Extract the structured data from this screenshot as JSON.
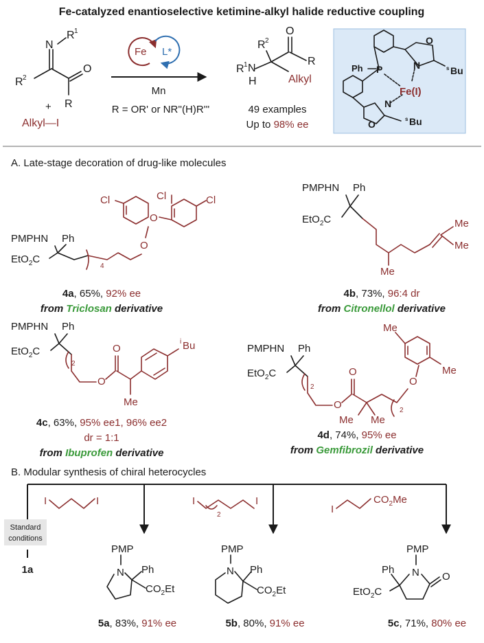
{
  "title": "Fe-catalyzed enantioselective ketimine-alkyl halide reductive coupling",
  "scheme": {
    "atoms": {
      "N": "N",
      "R1": "R",
      "sup1": "1",
      "R2": "R",
      "sup2": "2",
      "O": "O",
      "R": "R",
      "plus": "+",
      "alkyl_i": "Alkyl—I"
    },
    "cycle_fe": "Fe",
    "cycle_l": "L*",
    "reagent": "Mn",
    "r_def": "R  = OR' or NR''(H)R'''",
    "product_atoms": {
      "R1": "R",
      "sup1": "1",
      "N": "N",
      "H": "H",
      "R2": "R",
      "sup2": "2",
      "O": "O",
      "R": "R",
      "alkyl": "Alkyl"
    },
    "examples": "49 examples",
    "ee_prefix": "Up to ",
    "ee_value": "98% ee",
    "catalyst": {
      "ph": "Ph",
      "p": "P",
      "n1": "N",
      "n2": "N",
      "o1": "O",
      "o2": "O",
      "fe": "Fe(I)",
      "sbu1": "Bu",
      "sbu2": "Bu",
      "s": "s"
    }
  },
  "sectionA": {
    "heading": "A. Late-stage decoration of drug-like molecules",
    "frag": {
      "pmphn": "PMPHN",
      "ph": "Ph",
      "eto2c": "EtO",
      "sub2": "2",
      "c": "C"
    },
    "compounds": [
      {
        "id": "4a",
        "yield": ", 65%, ",
        "sel": "92% ee",
        "from": "from ",
        "drug": "Triclosan",
        "deriv": " derivative",
        "cl1": "Cl",
        "cl2": "Cl",
        "cl3": "Cl",
        "o": "O",
        "o2": "O",
        "n": "4"
      },
      {
        "id": "4b",
        "yield": ", 73%, ",
        "sel": "96:4 dr",
        "from": "from ",
        "drug": "Citronellol",
        "deriv": " derivative",
        "me1": "Me",
        "me2": "Me",
        "me3": "Me"
      },
      {
        "id": "4c",
        "yield": ", 63%, ",
        "sel": "95% ee1, 96% ee2",
        "dr": "dr = 1:1",
        "from": "from ",
        "drug": "Ibuprofen",
        "deriv": " derivative",
        "o1": "O",
        "o2": "O",
        "me": "Me",
        "ibu_i": "i",
        "ibu_bu": "Bu",
        "n": "2"
      },
      {
        "id": "4d",
        "yield": ", 74%, ",
        "sel": "95% ee",
        "from": "from ",
        "drug": "Gemfibrozil",
        "deriv": " derivative",
        "me1": "Me",
        "me2": "Me",
        "me3": "Me",
        "me4": "Me",
        "o1": "O",
        "o2": "O",
        "o3": "O",
        "n1": "2",
        "n2": "2"
      }
    ]
  },
  "sectionB": {
    "heading": "B. Modular synthesis of chiral heterocycles",
    "std_line1": "Standard",
    "std_line2": "conditions",
    "start": "1a",
    "reagents": {
      "i": "I",
      "co2me": "CO",
      "co2me_sub": "2",
      "co2me_me": "Me",
      "n": "2"
    },
    "products": [
      {
        "id": "5a",
        "yield": ", 83%, ",
        "sel": "91% ee",
        "pmp": "PMP",
        "n": "N",
        "ph": "Ph",
        "co2et": "CO",
        "sub": "2",
        "et": "Et"
      },
      {
        "id": "5b",
        "yield": ", 80%, ",
        "sel": "91% ee",
        "pmp": "PMP",
        "n": "N",
        "ph": "Ph",
        "co2et": "CO",
        "sub": "2",
        "et": "Et"
      },
      {
        "id": "5c",
        "yield": ", 71%, ",
        "sel": "80% ee",
        "pmp": "PMP",
        "n": "N",
        "ph": "Ph",
        "eto2c": "EtO",
        "sub": "2",
        "c": "C",
        "o": "O"
      }
    ]
  }
}
